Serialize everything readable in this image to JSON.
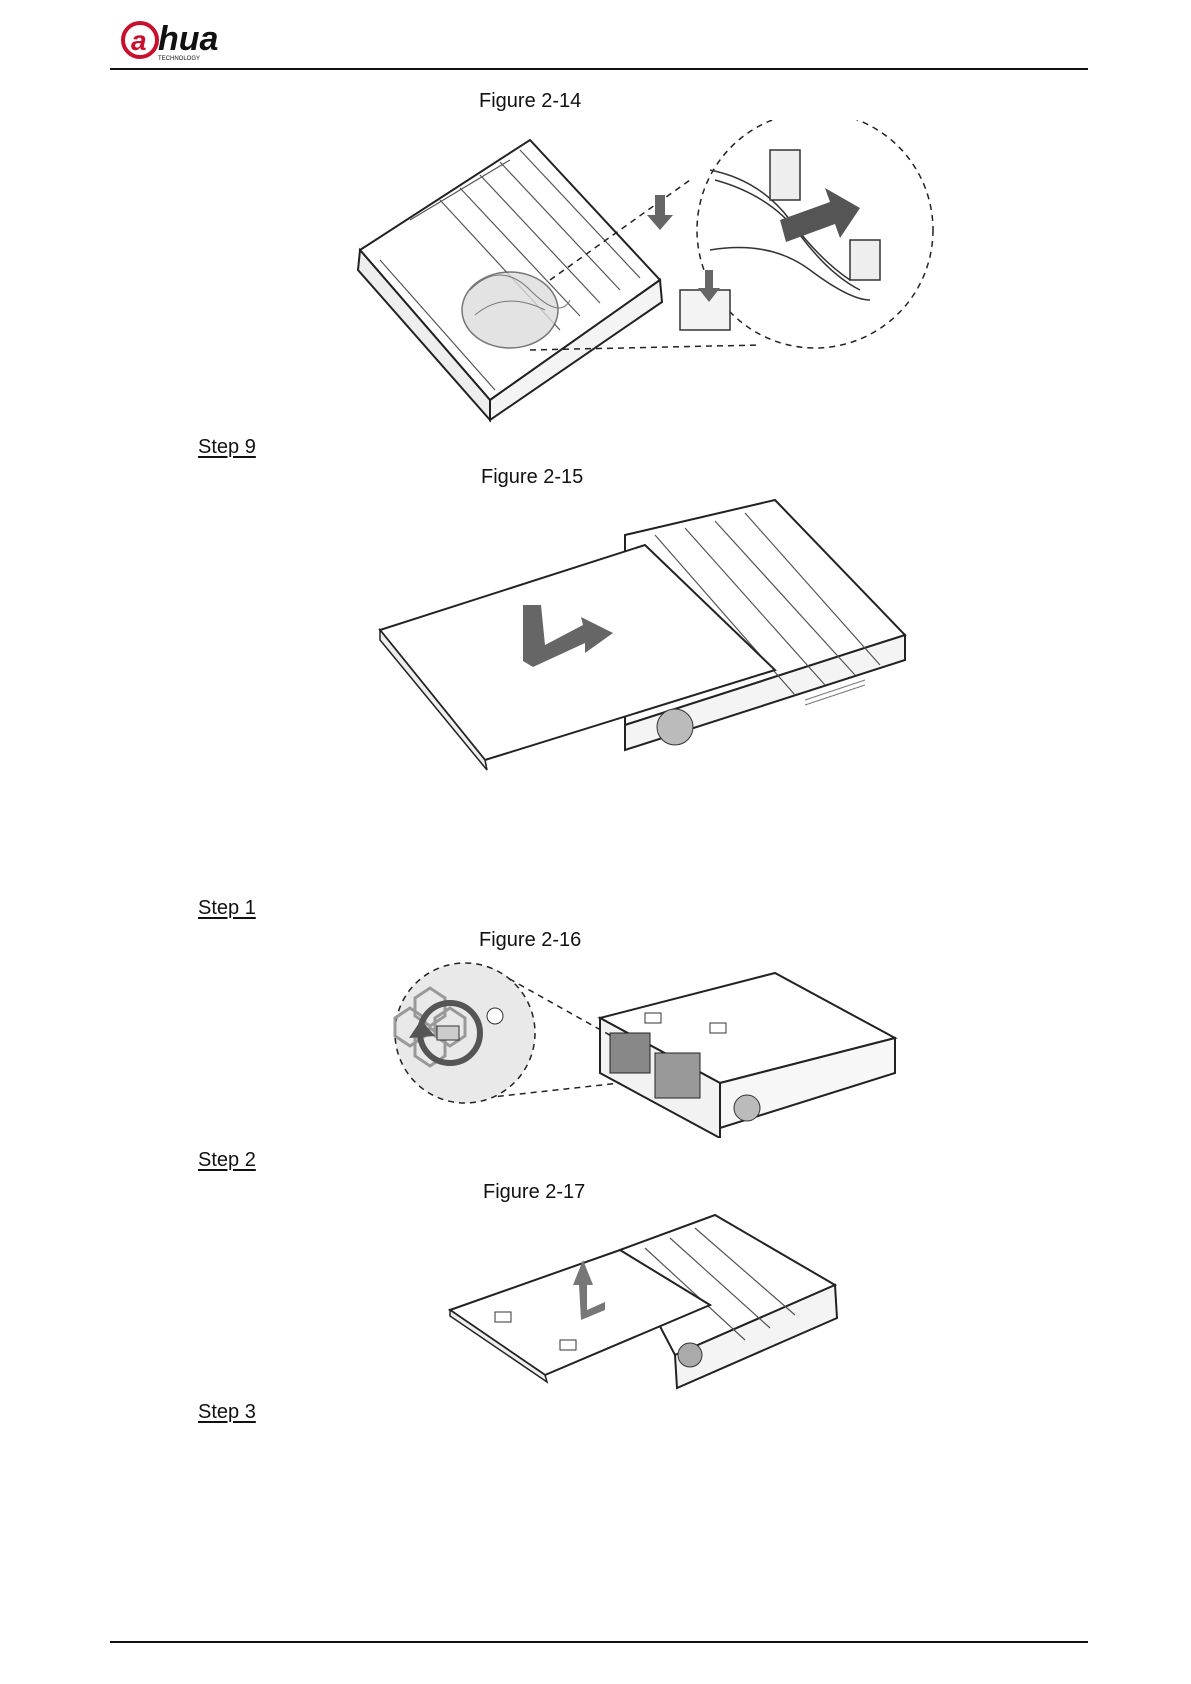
{
  "header": {
    "logo_text": "alhua",
    "logo_subtext": "TECHNOLOGY",
    "brand_color": "#c8102e"
  },
  "figures": [
    {
      "caption": "Figure 2-14"
    },
    {
      "caption": "Figure 2-15"
    },
    {
      "caption": "Figure 2-16"
    },
    {
      "caption": "Figure 2-17"
    }
  ],
  "steps": [
    {
      "label": "Step 9"
    },
    {
      "label": "Step 1"
    },
    {
      "label": "Step 2"
    },
    {
      "label": "Step 3"
    }
  ]
}
